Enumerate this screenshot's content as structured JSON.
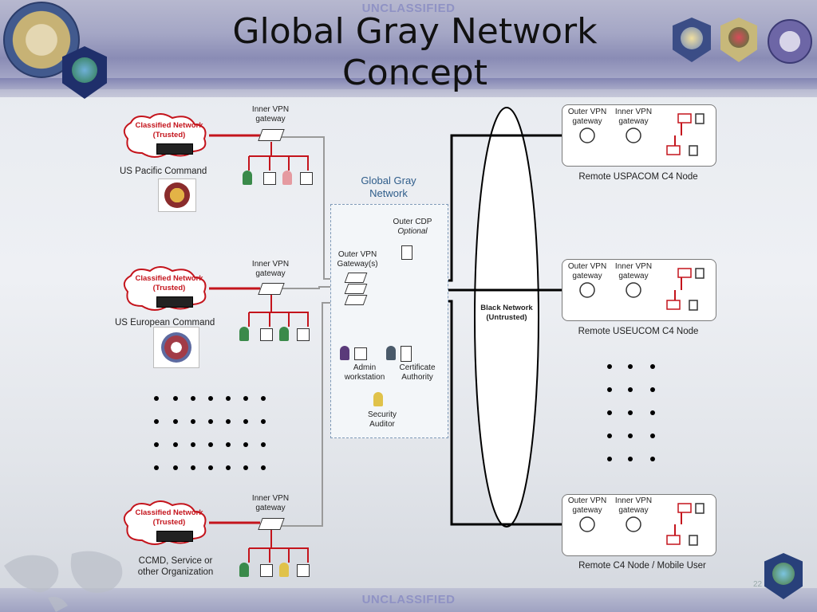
{
  "header": {
    "classification_top": "UNCLASSIFIED",
    "title_line1": "Global Gray Network",
    "title_line2": "Concept"
  },
  "footer": {
    "classification_bottom": "UNCLASSIFIED",
    "page_number": "22"
  },
  "commands": [
    {
      "cloud_line1": "Classified Network",
      "cloud_line2": "(Trusted)",
      "gateway_line1": "Inner VPN",
      "gateway_line2": "gateway",
      "name_line1": "US Pacific Command",
      "name_line2": ""
    },
    {
      "cloud_line1": "Classified Network",
      "cloud_line2": "(Trusted)",
      "gateway_line1": "Inner VPN",
      "gateway_line2": "gateway",
      "name_line1": "US European Command",
      "name_line2": ""
    },
    {
      "cloud_line1": "Classified Network",
      "cloud_line2": "(Trusted)",
      "gateway_line1": "Inner VPN",
      "gateway_line2": "gateway",
      "name_line1": "CCMD, Service or",
      "name_line2": "other Organization"
    }
  ],
  "gray_network": {
    "title_line1": "Global Gray",
    "title_line2": "Network",
    "outer_cdp": "Outer CDP",
    "optional": "Optional",
    "outer_vpn_line1": "Outer VPN",
    "outer_vpn_line2": "Gateway(s)",
    "admin_line1": "Admin",
    "admin_line2": "workstation",
    "ca_line1": "Certificate",
    "ca_line2": "Authority",
    "auditor_line1": "Security",
    "auditor_line2": "Auditor"
  },
  "black_network": {
    "line1": "Black Network",
    "line2": "(Untrusted)"
  },
  "remote_nodes": [
    {
      "outer_line1": "Outer VPN",
      "outer_line2": "gateway",
      "inner_line1": "Inner VPN",
      "inner_line2": "gateway",
      "name": "Remote USPACOM C4 Node"
    },
    {
      "outer_line1": "Outer VPN",
      "outer_line2": "gateway",
      "inner_line1": "Inner VPN",
      "inner_line2": "gateway",
      "name": "Remote USEUCOM C4 Node"
    },
    {
      "outer_line1": "Outer VPN",
      "outer_line2": "gateway",
      "inner_line1": "Inner VPN",
      "inner_line2": "gateway",
      "name": "Remote C4 Node / Mobile User"
    }
  ],
  "colors": {
    "classified_red": "#c4141c",
    "gray_line": "#9a9a9a",
    "black_line": "#000000",
    "gray_network_blue": "#2f5d8a",
    "banner_purple": "#8a8cb5"
  }
}
